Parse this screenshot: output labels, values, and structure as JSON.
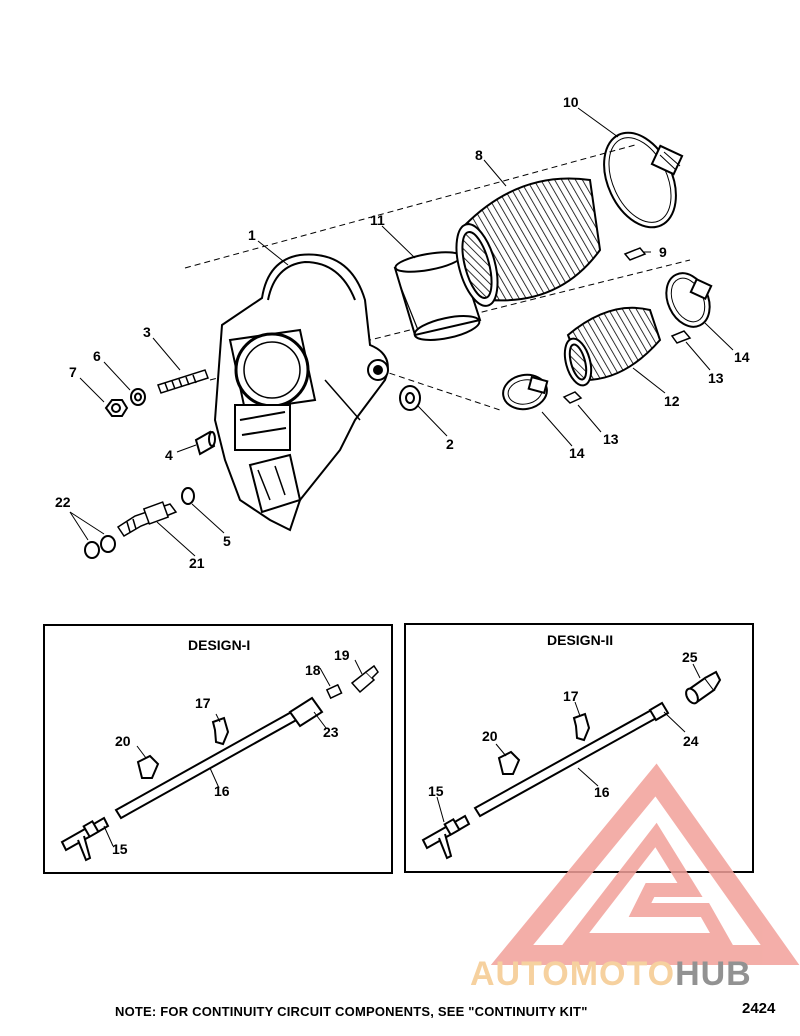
{
  "callouts": {
    "c1": "1",
    "c2": "2",
    "c3": "3",
    "c4": "4",
    "c5": "5",
    "c6": "6",
    "c7": "7",
    "c8": "8",
    "c9": "9",
    "c10": "10",
    "c11": "11",
    "c12": "12",
    "c13a": "13",
    "c13b": "13",
    "c14a": "14",
    "c14b": "14",
    "c21": "21",
    "c22": "22"
  },
  "design1": {
    "title": "DESIGN-I",
    "labels": {
      "l15": "15",
      "l16": "16",
      "l17": "17",
      "l18": "18",
      "l19": "19",
      "l20": "20",
      "l23": "23"
    }
  },
  "design2": {
    "title": "DESIGN-II",
    "labels": {
      "l15": "15",
      "l16": "16",
      "l17": "17",
      "l20": "20",
      "l24": "24",
      "l25": "25"
    }
  },
  "note": "NOTE:  FOR CONTINUITY CIRCUIT COMPONENTS, SEE \"CONTINUITY KIT\"",
  "figure_number": "2424",
  "watermark": {
    "part1": "AUTOMOTO",
    "part2": "HUB",
    "color_part1": "#f5c98f",
    "color_part2": "#7f7f7f",
    "triangle_color": "#f2a09a"
  }
}
